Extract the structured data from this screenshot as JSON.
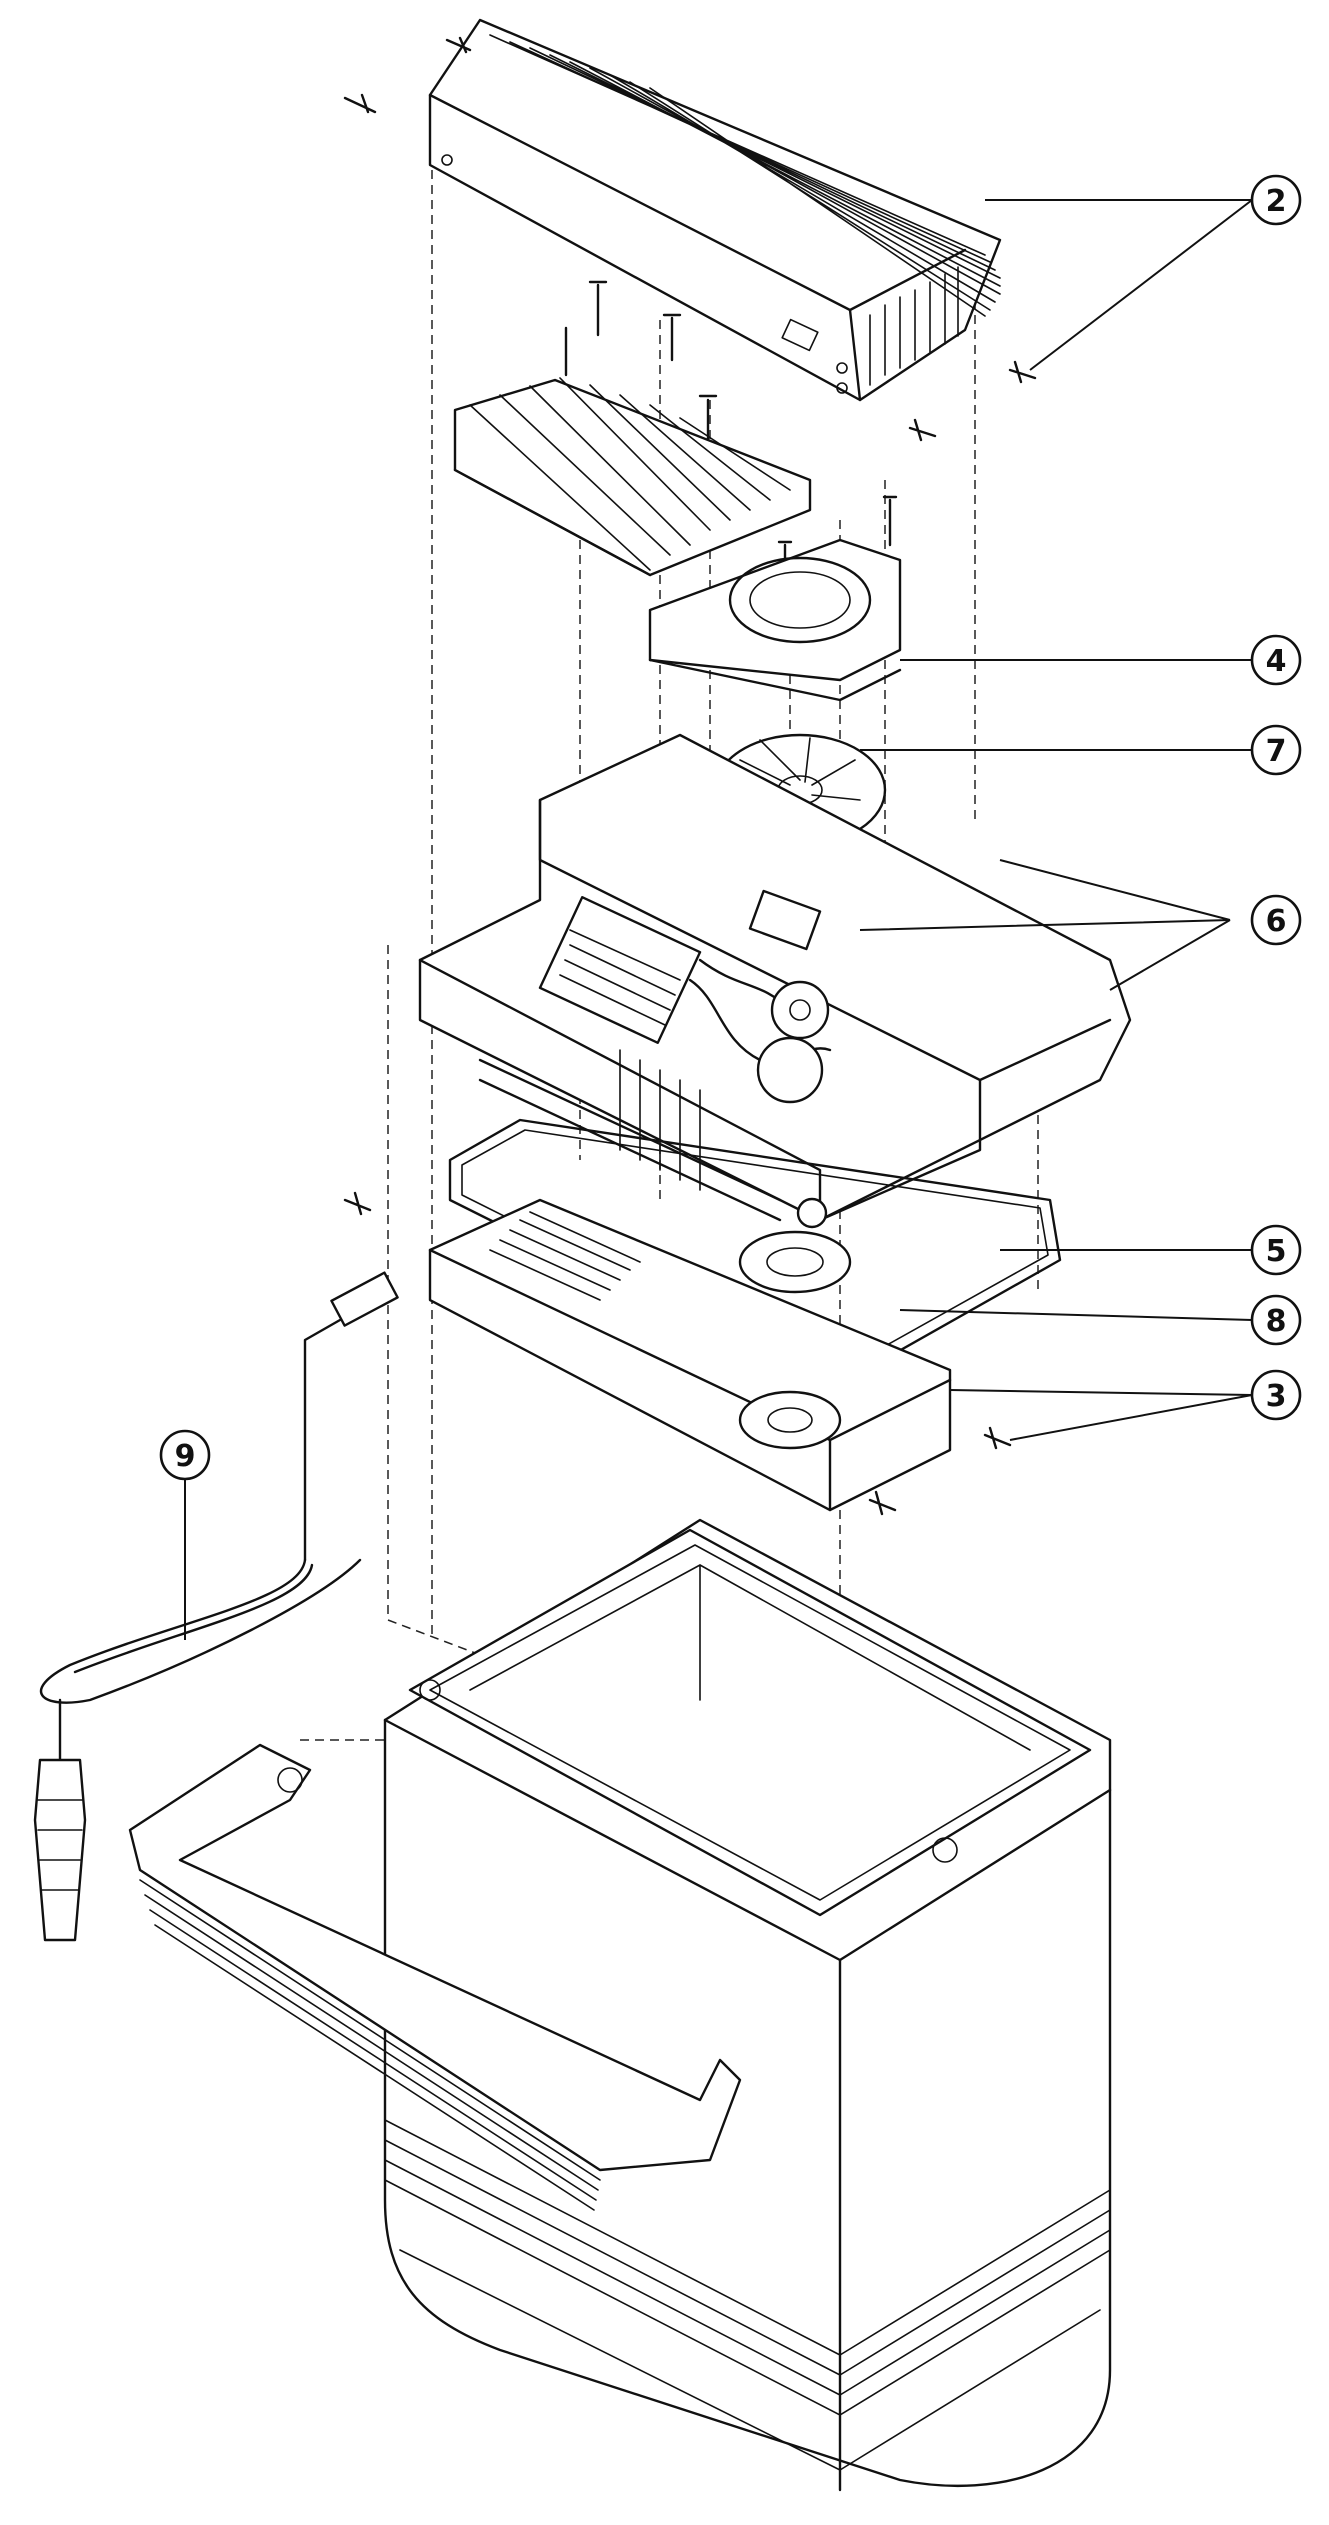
{
  "callouts": [
    {
      "id": "c2",
      "label": "2"
    },
    {
      "id": "c4",
      "label": "4"
    },
    {
      "id": "c7",
      "label": "7"
    },
    {
      "id": "c6",
      "label": "6"
    },
    {
      "id": "c5",
      "label": "5"
    },
    {
      "id": "c8",
      "label": "8"
    },
    {
      "id": "c3",
      "label": "3"
    },
    {
      "id": "c9",
      "label": "9"
    }
  ]
}
